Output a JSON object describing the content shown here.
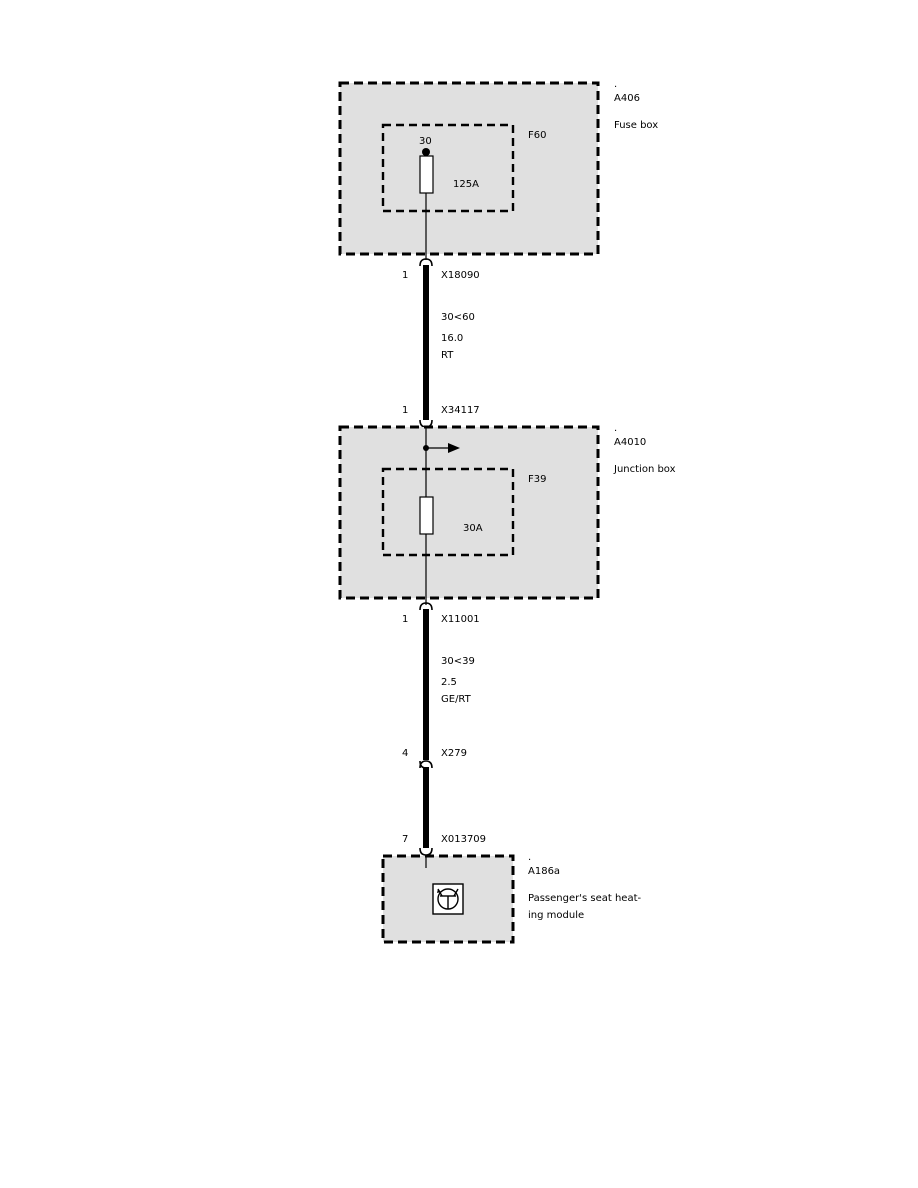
{
  "components": {
    "fuse_box": {
      "dot": ".",
      "id": "A406",
      "name": "Fuse box"
    },
    "junction_box": {
      "dot": ".",
      "id": "A4010",
      "name": "Junction box"
    },
    "seat_module": {
      "dot": ".",
      "id": "A186a",
      "name_line1": "Passenger's seat heat-",
      "name_line2": "ing module"
    }
  },
  "fuses": {
    "f60": {
      "id": "F60",
      "terminal": "30",
      "rating": "125A"
    },
    "f39": {
      "id": "F39",
      "rating": "30A"
    }
  },
  "connectors": {
    "x18090": {
      "pin": "1",
      "id": "X18090"
    },
    "x34117": {
      "pin": "1",
      "id": "X34117"
    },
    "x11001": {
      "pin": "1",
      "id": "X11001"
    },
    "x279": {
      "pin": "4",
      "id": "X279"
    },
    "x013709": {
      "pin": "7",
      "id": "X013709"
    }
  },
  "wires": {
    "w1": {
      "circuit": "30<60",
      "size": "16.0",
      "color": "RT"
    },
    "w2": {
      "circuit": "30<39",
      "size": "2.5",
      "color": "GE/RT"
    }
  }
}
